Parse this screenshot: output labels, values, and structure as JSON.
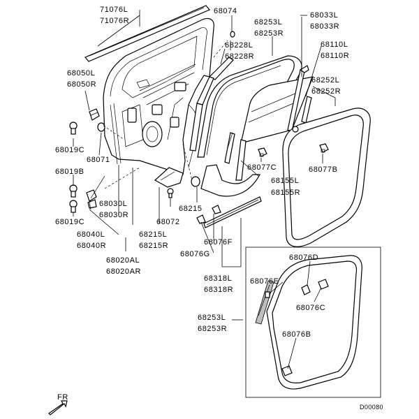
{
  "colors": {
    "ink": "#000000",
    "paper": "#ffffff",
    "shade": "#bdbdbd"
  },
  "labels": {
    "p71076": [
      "71076L",
      "71076R"
    ],
    "p68074": [
      "68074"
    ],
    "p68228": [
      "68228L",
      "68228R"
    ],
    "p68253a": [
      "68253L",
      "68253R"
    ],
    "p68033": [
      "68033L",
      "68033R"
    ],
    "p68110": [
      "68110L",
      "68110R"
    ],
    "p68050": [
      "68050L",
      "68050R"
    ],
    "p68252": [
      "68252L",
      "68252R"
    ],
    "p68019c_top": [
      "68019C"
    ],
    "p68071": [
      "68071"
    ],
    "p68019b": [
      "68019B"
    ],
    "p68077c": [
      "68077C"
    ],
    "p68077b": [
      "68077B"
    ],
    "p68155": [
      "68155L",
      "68155R"
    ],
    "p68030": [
      "68030L",
      "68030R"
    ],
    "p68215a": [
      "68215"
    ],
    "p68019c_bot": [
      "68019C"
    ],
    "p68072": [
      "68072"
    ],
    "p68040": [
      "68040L",
      "68040R"
    ],
    "p68215b": [
      "68215L",
      "68215R"
    ],
    "p68076f": [
      "68076F"
    ],
    "p68076g": [
      "68076G"
    ],
    "p68020": [
      "68020AL",
      "68020AR"
    ],
    "p68318": [
      "68318L",
      "68318R"
    ],
    "p68076d": [
      "68076D"
    ],
    "p68076e": [
      "68076E"
    ],
    "p68076c": [
      "68076C"
    ],
    "p68253b": [
      "68253L",
      "68253R"
    ],
    "p68076b": [
      "68076B"
    ],
    "fr": [
      "FR"
    ],
    "code": [
      "D00080"
    ]
  }
}
